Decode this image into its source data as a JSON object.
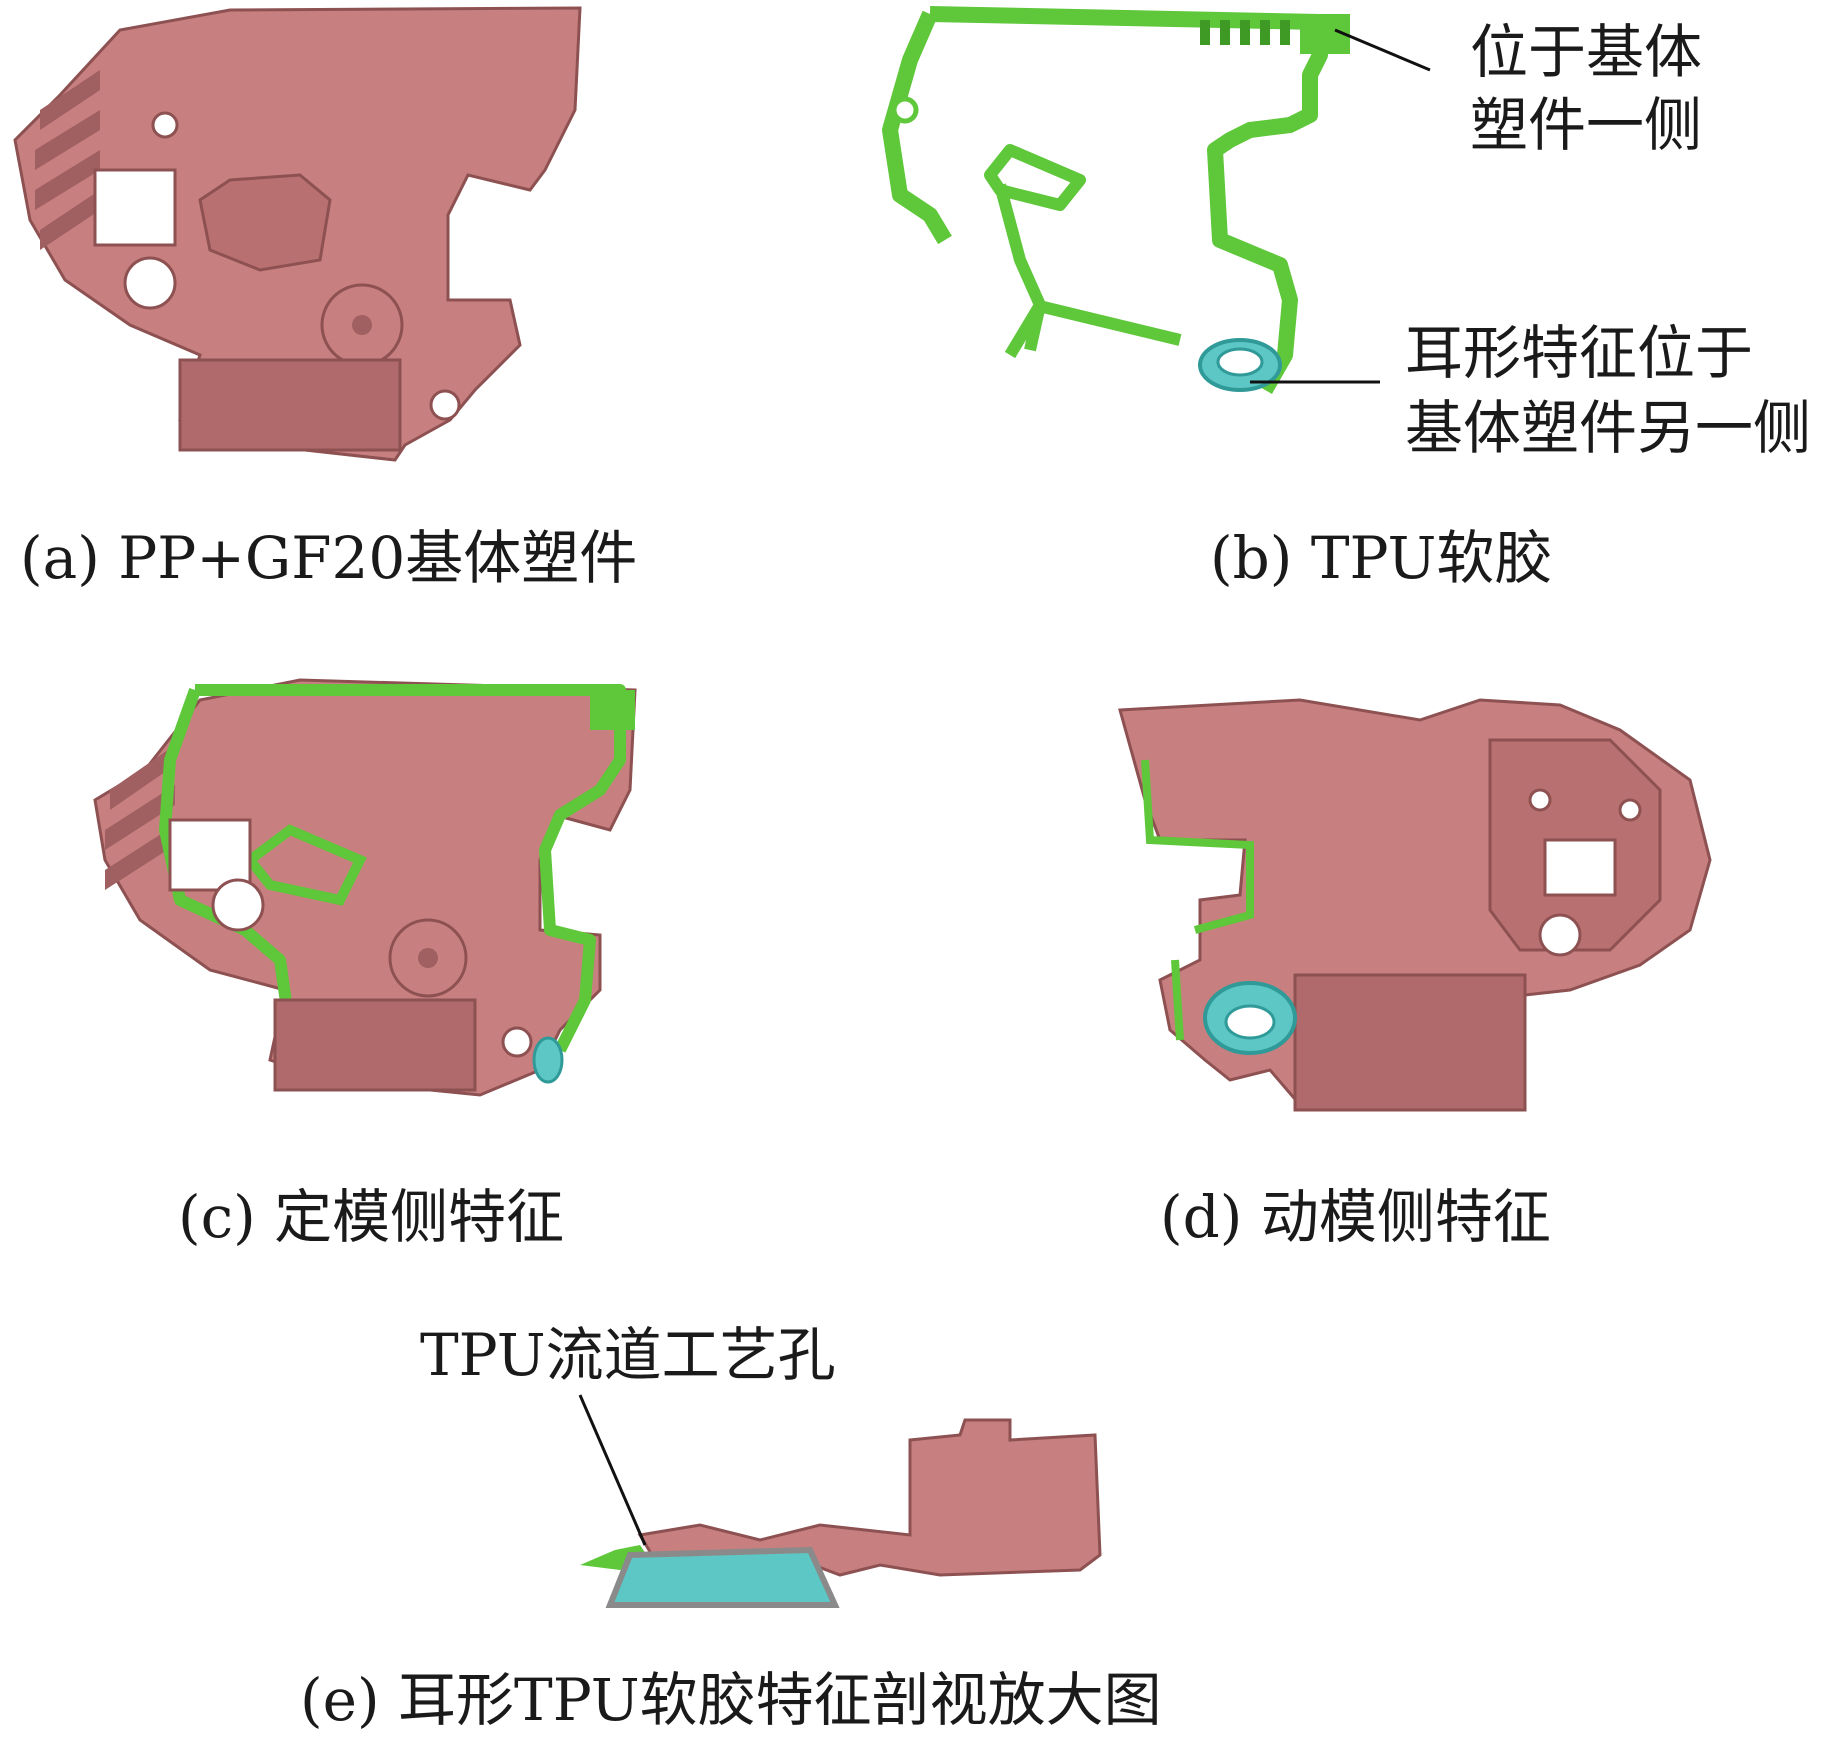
{
  "colors": {
    "base_plastic": "#c77f7f",
    "base_plastic_dark": "#a05f60",
    "tpu_green": "#5ec73a",
    "tpu_green_dark": "#3e9a25",
    "ear_cyan": "#5cc7c4",
    "ear_cyan_dark": "#2f9a98",
    "leader_line": "#111111"
  },
  "panels": {
    "a": {
      "caption": "(a) PP+GF20基体塑件"
    },
    "b": {
      "caption": "(b) TPU软胶",
      "callout_top_line1": "位于基体",
      "callout_top_line2": "塑件一侧",
      "callout_bottom_line1": "耳形特征位于",
      "callout_bottom_line2": "基体塑件另一侧"
    },
    "c": {
      "caption": "(c) 定模侧特征"
    },
    "d": {
      "caption": "(d) 动模侧特征"
    },
    "e": {
      "caption": "(e) 耳形TPU软胶特征剖视放大图",
      "callout": "TPU流道工艺孔"
    }
  }
}
